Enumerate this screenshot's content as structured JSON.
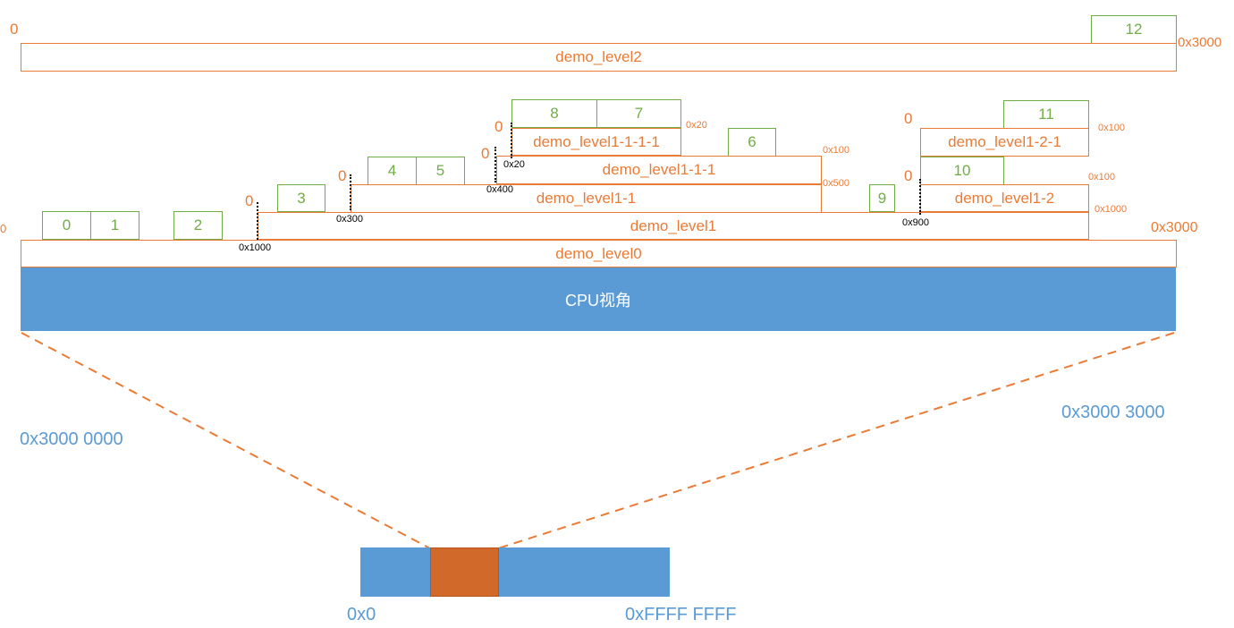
{
  "regions": {
    "level2": "demo_level2",
    "level0": "demo_level0",
    "level1": "demo_level1",
    "level1_1": "demo_level1-1",
    "level1_1_1": "demo_level1-1-1",
    "level1_1_1_1": "demo_level1-1-1-1",
    "level1_2": "demo_level1-2",
    "level1_2_1": "demo_level1-2-1"
  },
  "boxes": {
    "b0": "0",
    "b1": "1",
    "b2": "2",
    "b3": "3",
    "b4": "4",
    "b5": "5",
    "b6": "6",
    "b7": "7",
    "b8": "8",
    "b9": "9",
    "b10": "10",
    "b11": "11",
    "b12": "12"
  },
  "range_labels": {
    "level2_start": "0",
    "level2_end": "0x3000",
    "level0_start": "0",
    "level0_end": "0x3000",
    "level1_start": "0",
    "level1_end": "0x1000",
    "level1_offset": "0x1000",
    "level1_1_start": "0",
    "level1_1_end": "0x500",
    "level1_1_offset": "0x300",
    "level1_1_1_start": "0",
    "level1_1_1_end": "0x100",
    "level1_1_1_offset": "0x400",
    "level1_1_1_1_start": "0",
    "level1_1_1_1_end": "0x20",
    "level1_1_1_1_offset": "0x20",
    "level1_2_start": "0",
    "level1_2_end": "0x100",
    "level1_2_offset": "0x900",
    "level1_2_1_start": "0",
    "level1_2_1_end": "0x100"
  },
  "cpu_view_label": "CPU视角",
  "address_labels": {
    "window_start": "0x3000 0000",
    "window_end": "0x3000 3000",
    "mem_start": "0x0",
    "mem_end": "0xFFFF FFFF"
  },
  "colors": {
    "region_border": "#E97B36",
    "box_border": "#70AD47",
    "cpu_view_fill": "#5B9BD5",
    "window_highlight": "#D0692A"
  }
}
